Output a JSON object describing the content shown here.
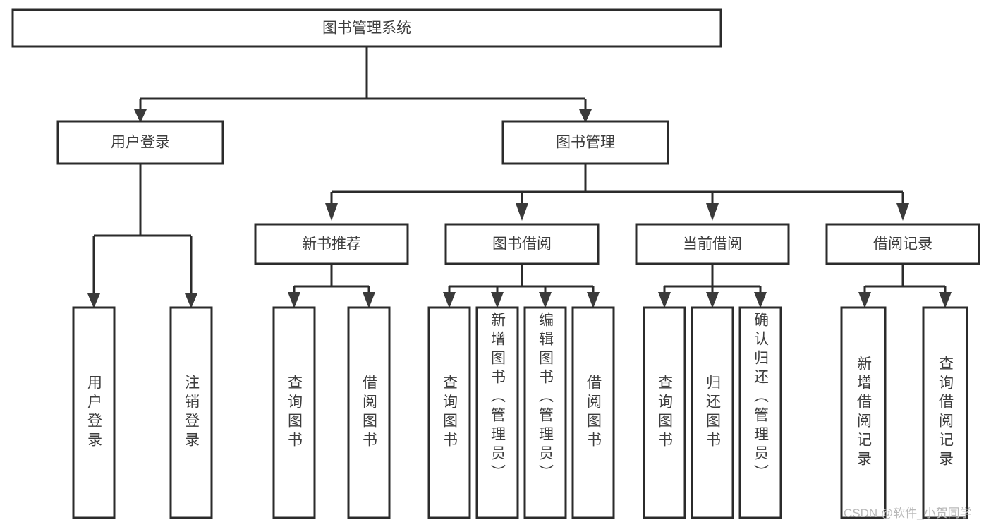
{
  "diagram": {
    "title_node": {
      "label": "图书管理系统"
    },
    "level2": [
      {
        "id": "user-login",
        "label": "用户登录"
      },
      {
        "id": "book-management",
        "label": "图书管理"
      }
    ],
    "level3": [
      {
        "id": "new-book-recommend",
        "label": "新书推荐"
      },
      {
        "id": "book-borrow",
        "label": "图书借阅"
      },
      {
        "id": "current-borrow",
        "label": "当前借阅"
      },
      {
        "id": "borrow-record",
        "label": "借阅记录"
      }
    ],
    "leaves": {
      "user_login": [
        {
          "id": "leaf-user-login",
          "label": "用户登录"
        },
        {
          "id": "leaf-logout-login",
          "label": "注销登录"
        }
      ],
      "new_book_recommend": [
        {
          "id": "leaf-query-book-1",
          "label": "查询图书"
        },
        {
          "id": "leaf-borrow-book-1",
          "label": "借阅图书"
        }
      ],
      "book_borrow": [
        {
          "id": "leaf-query-book-2",
          "label": "查询图书"
        },
        {
          "id": "leaf-add-book",
          "label": "新增图书（管理员）"
        },
        {
          "id": "leaf-edit-book",
          "label": "编辑图书（管理员）"
        },
        {
          "id": "leaf-borrow-book-2",
          "label": "借阅图书"
        }
      ],
      "current_borrow": [
        {
          "id": "leaf-query-book-3",
          "label": "查询图书"
        },
        {
          "id": "leaf-return-book",
          "label": "归还图书"
        },
        {
          "id": "leaf-confirm-return",
          "label": "确认归还（管理员）"
        }
      ],
      "borrow_record": [
        {
          "id": "leaf-add-borrow-record",
          "label": "新增借阅记录"
        },
        {
          "id": "leaf-query-borrow-record",
          "label": "查询借阅记录"
        }
      ]
    },
    "watermark": {
      "label": "CSDN @软件_小贺同学"
    },
    "colors": {
      "box_stroke": "#2b2b2b",
      "box_fill": "#ffffff",
      "text": "#3d3d3d",
      "connector": "#2b2b2b",
      "watermark": "#b9b9b9",
      "background": "#ffffff"
    }
  }
}
